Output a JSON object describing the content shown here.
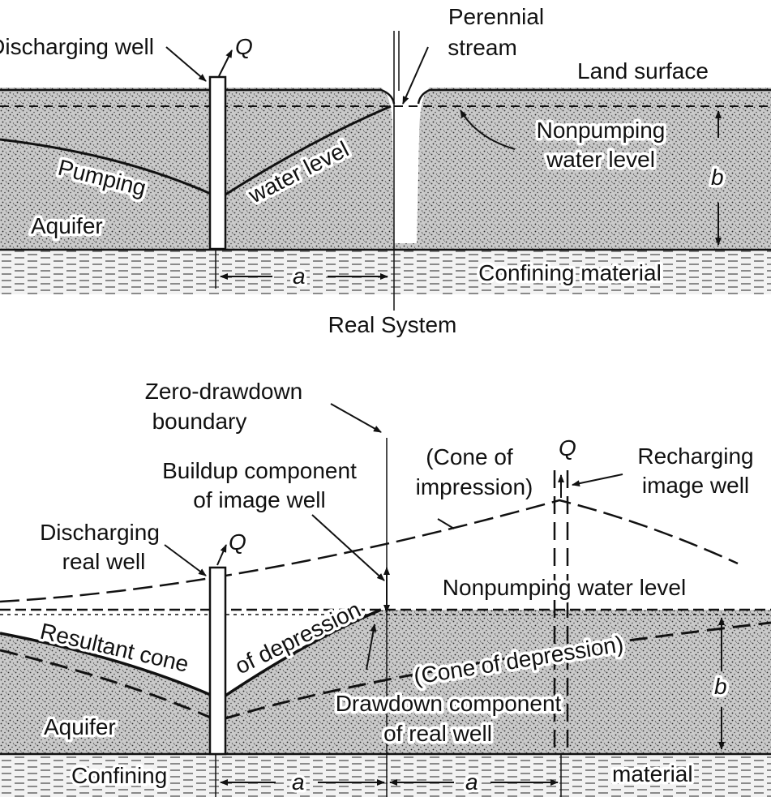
{
  "top": {
    "discharging_well": "Discharging well",
    "q": "Q",
    "perennial_line1": "Perennial",
    "perennial_line2": "stream",
    "land_surface": "Land surface",
    "nonpumping_line1": "Nonpumping",
    "nonpumping_line2": "water level",
    "pumping": "Pumping",
    "water_level": "water level",
    "aquifer": "Aquifer",
    "b": "b",
    "a": "a",
    "confining_material": "Confining material",
    "caption": "Real System"
  },
  "bottom": {
    "zero_line1": "Zero-drawdown",
    "zero_line2": "boundary",
    "cone_imp_line1": "(Cone of",
    "cone_imp_line2": "impression)",
    "q_image": "Q",
    "recharging_line1": "Recharging",
    "recharging_line2": "image well",
    "buildup_line1": "Buildup component",
    "buildup_line2": "of image well",
    "discharging_line1": "Discharging",
    "discharging_line2": "real well",
    "q_real": "Q",
    "nonpumping": "Nonpumping water level",
    "resultant": "Resultant cone",
    "of_depression": "of depression",
    "cone_depression": "(Cone of depression)",
    "b": "b",
    "drawdown_line1": "Drawdown component",
    "drawdown_line2": "of real well",
    "aquifer": "Aquifer",
    "confining": "Confining",
    "a_left": "a",
    "a_right": "a",
    "material": "material"
  }
}
